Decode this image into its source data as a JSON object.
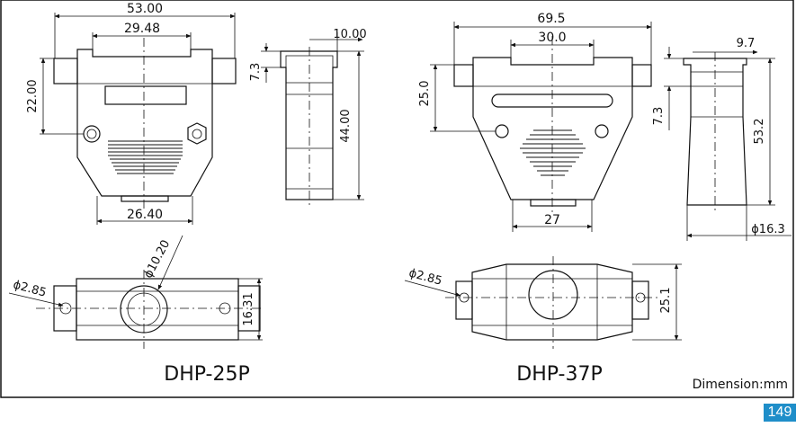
{
  "left_part": {
    "model": "DHP-25P",
    "dims": {
      "overall_width": "53.00",
      "top_width": "29.48",
      "height_22": "22.00",
      "bottom_width": "26.40",
      "side_width": "10.00",
      "side_7_3": "7.3",
      "side_height": "44.00",
      "boss_dia": "ϕ10.20",
      "hole_dia": "ϕ2.85",
      "plan_height": "16.31"
    }
  },
  "right_part": {
    "model": "DHP-37P",
    "dims": {
      "overall_width": "69.5",
      "top_width": "30.0",
      "height_25": "25.0",
      "bottom_width": "27",
      "side_width": "9.7",
      "side_7_3": "7.3",
      "side_height": "53.2",
      "side_dia": "ϕ16.3",
      "hole_dia": "ϕ2.85",
      "plan_height": "25.1"
    }
  },
  "footer": {
    "unit_note": "Dimension:mm",
    "page_number": "149"
  }
}
